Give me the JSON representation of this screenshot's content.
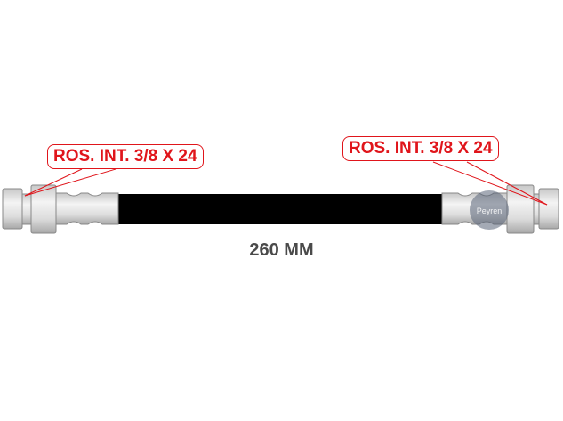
{
  "left_thread_label": "ROS. INT. 3/8 X 24",
  "right_thread_label": "ROS. INT. 3/8 X 24",
  "length_label": "260 MM",
  "watermark": "Peyren",
  "colors": {
    "callout": "#e0151b",
    "hose": "#000000",
    "fitting": "#d8d8d8",
    "text": "#4a4a4a"
  }
}
